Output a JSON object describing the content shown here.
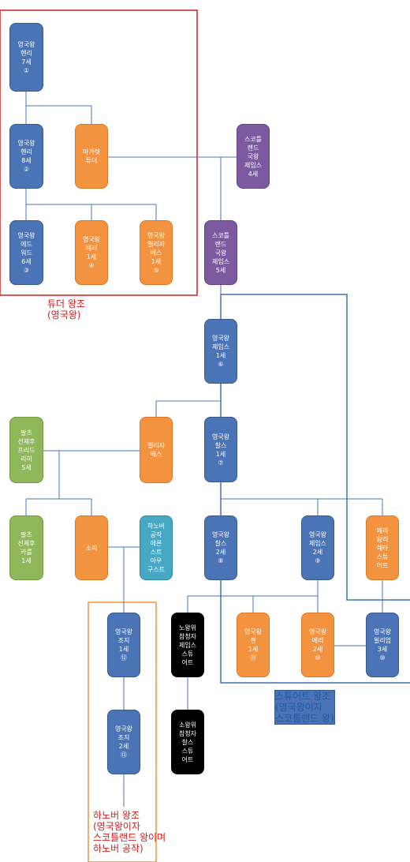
{
  "nodes": {
    "henry7": "영국왕\n헨리\n7세\n①",
    "henry8": "영국왕\n헨리\n8세\n②",
    "margaret": "마가렛\n튜더",
    "james4": "스코틀\n랜드\n국왕\n제임스\n4세",
    "edward6": "영국왕\n에드\n워드\n6세\n③",
    "mary1": "영국왕\n메리\n1세\n④",
    "elizabeth1": "영국왕\n엘리자\n베스\n1세\n⑤",
    "james5": "스코틀\n랜드\n국왕\n제임스\n5세",
    "james1": "영국왕\n제임스\n1세\n⑥",
    "frederick5": "팔츠\n선제후\n프리드\n리히\n5세",
    "elizabeth": "엘리자\n베스",
    "charles1": "영국왕\n찰스\n1세\n⑦",
    "karl1": "팔츠\n선제후\n카를\n1세",
    "sophia": "소피",
    "ernst": "하노버\n공작\n에른\n스트\n아우\n구스트",
    "charles2": "영국왕\n찰스\n2세\n⑧",
    "james2": "영국왕\n제임스\n2세\n⑨",
    "mary_daughter": "메리\n왕리\n예타\n스튜\n어트",
    "george1": "영국왕\n조지\n1세\n⑫",
    "old_pretender": "노왕위\n참청자\n제임스\n스튜\n어트",
    "anne": "영국왕\n앤\n1세\n⑪",
    "mary2": "영국왕\n메리\n2세\n⑩",
    "william3": "영국왕\n윌리엄\n3세\n⑩",
    "george2": "영국왕\n조지\n2세\n⑬",
    "young_pretender": "소왕위\n참청자\n찰스\n스튜\n어트"
  },
  "dynasties": {
    "tudor": "튜더 왕조\n(영국왕)",
    "stuart": "스튜어트 왕조\n(영국왕이자\n스코틀랜드 왕)",
    "hanover": "하노버 왕조\n(영국왕이자\n스코틀랜드 왕이며\n하노버 공작)"
  },
  "colors": {
    "tudor_border": "#d42020",
    "stuart_border": "#3b74b8",
    "hanover_border": "#f39340",
    "line": "#4a74b5"
  }
}
